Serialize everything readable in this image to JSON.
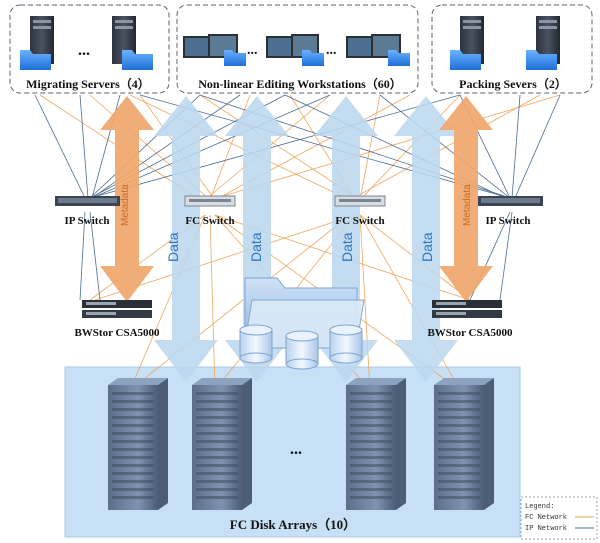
{
  "groups": {
    "migrating": {
      "label": "Migrating Servers（4）",
      "ellipsis": "..."
    },
    "workstations": {
      "label": "Non-linear Editing Workstations（60）",
      "ellipsis": "..."
    },
    "packing": {
      "label": "Packing Severs（2）"
    }
  },
  "switches": {
    "ip_left": "IP Switch",
    "fc_left": "FC Switch",
    "fc_right": "FC Switch",
    "ip_right": "IP Switch"
  },
  "storage": {
    "left": "BWStor CSA5000",
    "right": "BWStor CSA5000"
  },
  "arrows": {
    "metadata": "Metadata",
    "data": "Data"
  },
  "disk_arrays": {
    "label": "FC Disk Arrays（10）",
    "ellipsis": "..."
  },
  "legend": {
    "title": "Legend:",
    "fc": "FC Network",
    "ip": "IP Network"
  },
  "colors": {
    "fc_line": "#f2a255",
    "ip_line": "#4b6d96",
    "meta_arrow": "#f0a66b",
    "data_arrow": "#bcd8ef",
    "disk_bg": "#c7e0f5"
  }
}
